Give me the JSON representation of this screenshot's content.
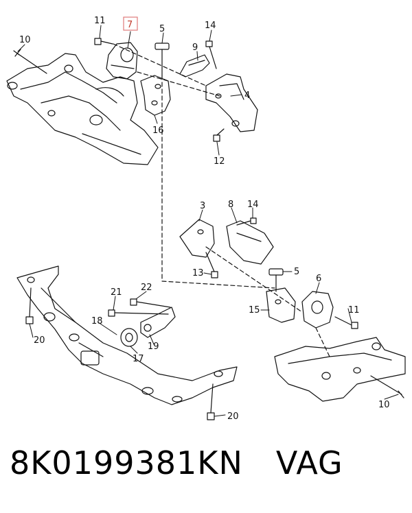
{
  "callouts": {
    "c_7": "7",
    "c_5a": "5",
    "c_11a": "11",
    "c_14a": "14",
    "c_10a": "10",
    "c_9": "9",
    "c_4": "4",
    "c_16": "16",
    "c_12": "12",
    "c_3": "3",
    "c_8": "8",
    "c_14b": "14",
    "c_5b": "5",
    "c_13": "13",
    "c_6": "6",
    "c_15": "15",
    "c_11b": "11",
    "c_10b": "10",
    "c_21": "21",
    "c_22": "22",
    "c_18": "18",
    "c_19": "19",
    "c_17": "17",
    "c_20a": "20",
    "c_20b": "20"
  },
  "highlight_color": "#e07a7a",
  "footer": {
    "part_number": "8K0199381KN",
    "brand": "VAG"
  }
}
